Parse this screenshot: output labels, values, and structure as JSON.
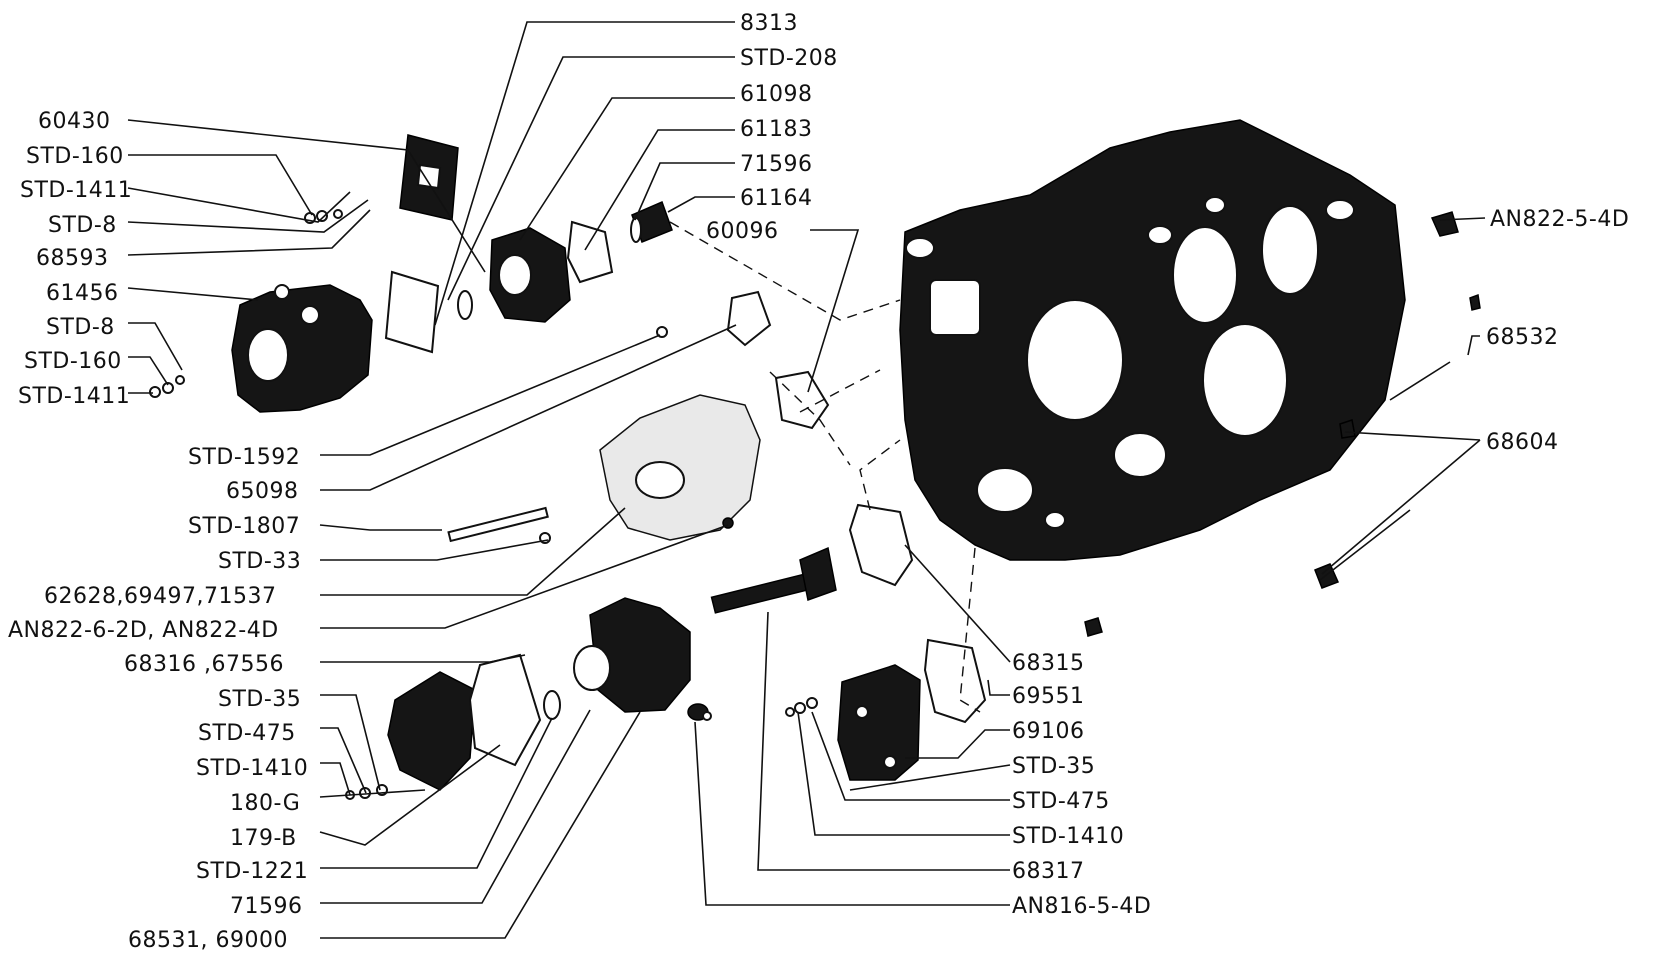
{
  "labels": {
    "l_8313": "8313",
    "l_std208": "STD-208",
    "l_61098": "61098",
    "l_61183": "61183",
    "l_71596a": "71596",
    "l_61164": "61164",
    "l_60096": "60096",
    "l_an8225": "AN822-5-4D",
    "l_60430": "60430",
    "l_std160a": "STD-160",
    "l_std1411a": "STD-1411",
    "l_std8a": "STD-8",
    "l_68593": "68593",
    "l_61456": "61456",
    "l_std8b": "STD-8",
    "l_std160b": "STD-160",
    "l_std1411b": "STD-1411",
    "l_68532": "68532",
    "l_68604": "68604",
    "l_std1592": "STD-1592",
    "l_65098": "65098",
    "l_std1807": "STD-1807",
    "l_std33": "STD-33",
    "l_62628": "62628,69497,71537",
    "l_an8226": "AN822-6-2D, AN822-4D",
    "l_68316": "68316 ,67556",
    "l_std35a": "STD-35",
    "l_std475a": "STD-475",
    "l_std1410a": "STD-1410",
    "l_180g": "180-G",
    "l_179b": "179-B",
    "l_std1221": "STD-1221",
    "l_71596b": "71596",
    "l_68531": "68531, 69000",
    "l_68315": "68315",
    "l_69551": "69551",
    "l_69106": "69106",
    "l_std35b": "STD-35",
    "l_std475b": "STD-475",
    "l_std1410b": "STD-1410",
    "l_68317": "68317",
    "l_an816": "AN816-5-4D"
  }
}
